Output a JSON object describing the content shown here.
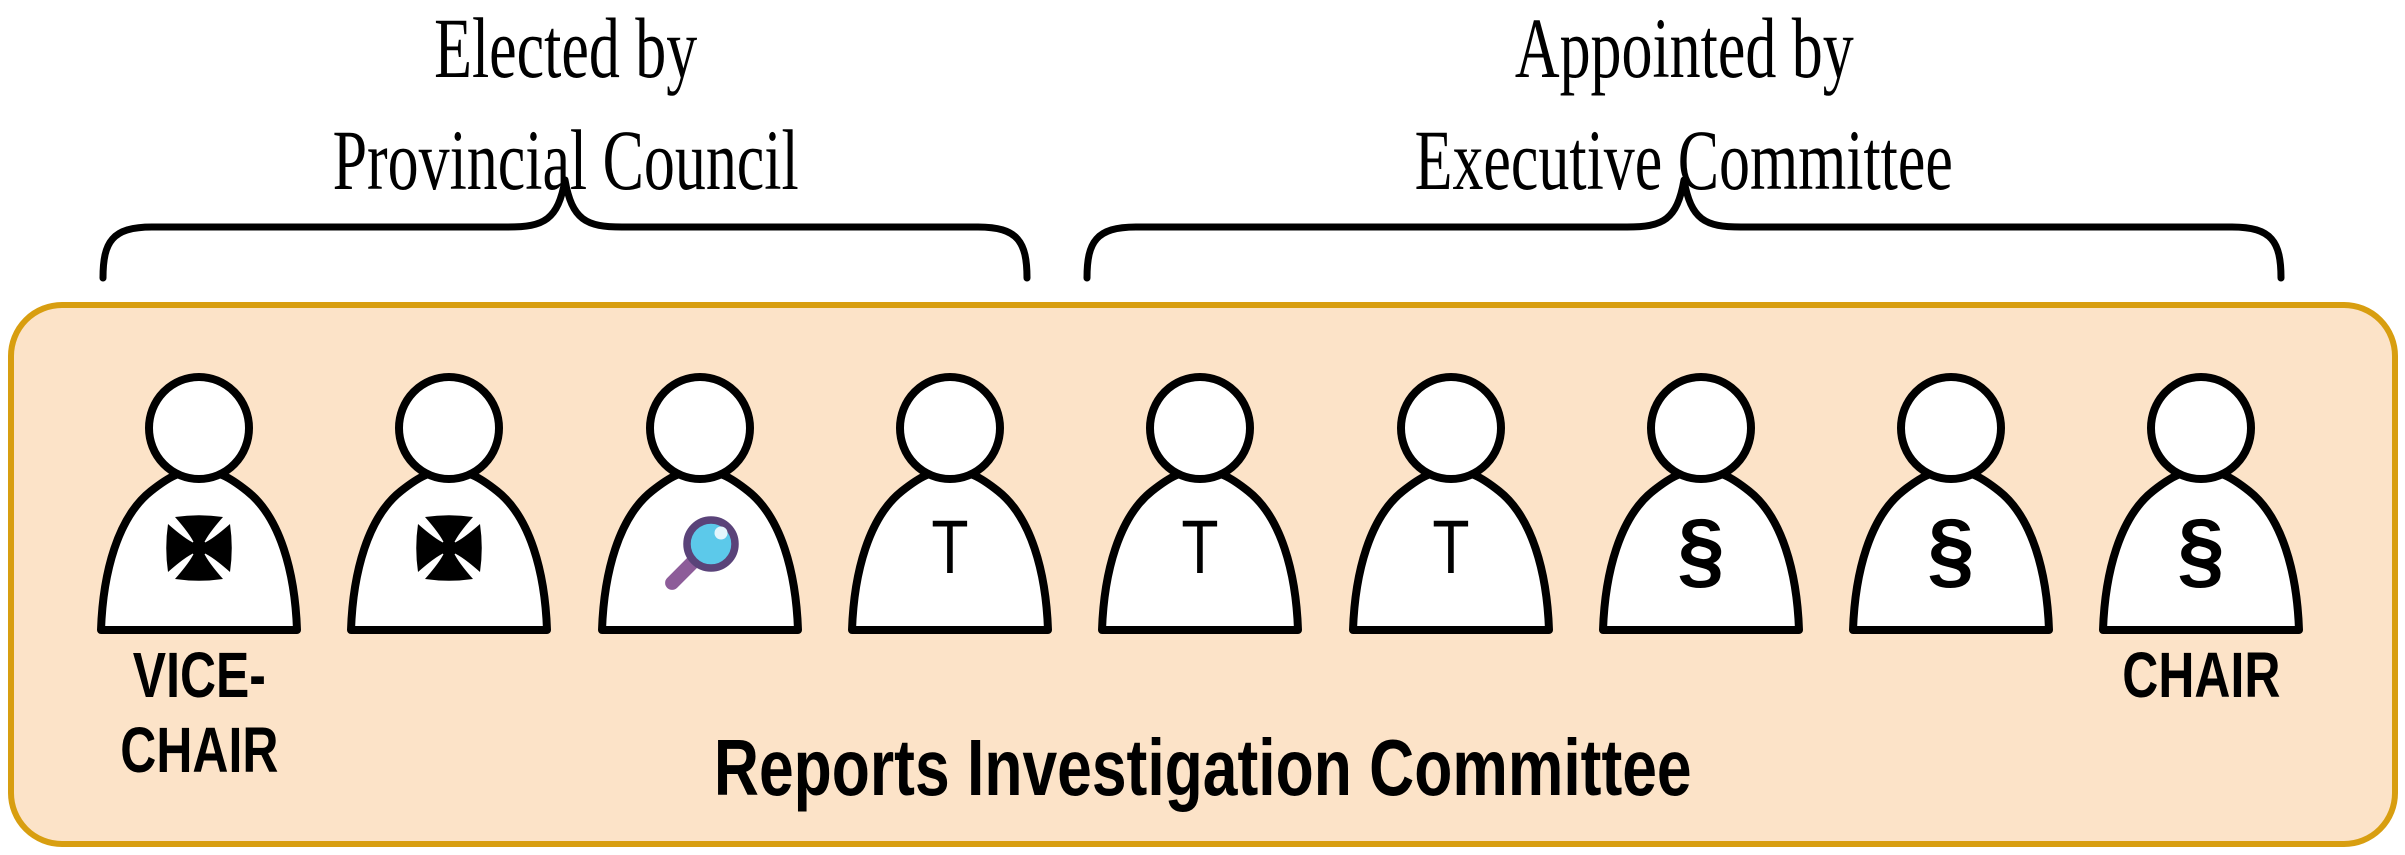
{
  "annotations": {
    "left_group": {
      "line1": "Elected by",
      "line2": "Provincial Council"
    },
    "right_group": {
      "line1": "Appointed by",
      "line2": "Executive Committee"
    }
  },
  "committee_box": {
    "title": "Reports Investigation Committee",
    "vice_chair_label": {
      "line1": "VICE-",
      "line2": "CHAIR"
    },
    "chair_label": "CHAIR",
    "members": [
      {
        "symbol": "maltese-cross"
      },
      {
        "symbol": "maltese-cross"
      },
      {
        "symbol": "magnifying-glass"
      },
      {
        "symbol": "letter-glyph",
        "glyph": "T"
      },
      {
        "symbol": "letter-glyph",
        "glyph": "T"
      },
      {
        "symbol": "letter-glyph",
        "glyph": "T"
      },
      {
        "symbol": "letter-glyph",
        "glyph": "§"
      },
      {
        "symbol": "letter-glyph",
        "glyph": "§"
      },
      {
        "symbol": "letter-glyph",
        "glyph": "§"
      }
    ]
  },
  "colors": {
    "box_fill": "#FCE3C8",
    "box_border": "#D89E10",
    "line_color": "#000000",
    "lens_blue": "#5CC9EA",
    "lens_rim": "#5A4379",
    "handle_purple": "#8D5C99",
    "person_fill": "#FFFFFF"
  }
}
